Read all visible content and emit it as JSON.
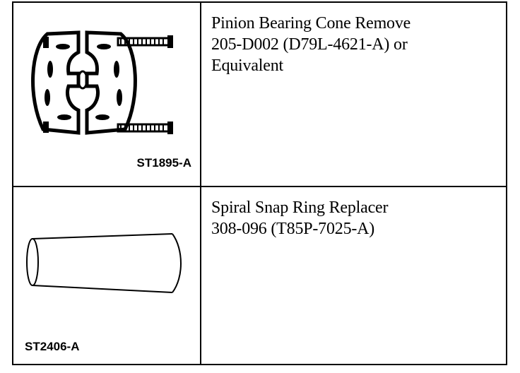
{
  "tools": [
    {
      "figure_label": "ST1895-A",
      "icon": "bearing-puller-icon",
      "description_lines": [
        "Pinion Bearing Cone Remove",
        "205-D002 (D79L-4621-A) or",
        "Equivalent"
      ]
    },
    {
      "figure_label": "ST2406-A",
      "icon": "tapered-sleeve-icon",
      "description_lines": [
        "Spiral Snap Ring Replacer",
        "308-096 (T85P-7025-A)"
      ]
    }
  ]
}
